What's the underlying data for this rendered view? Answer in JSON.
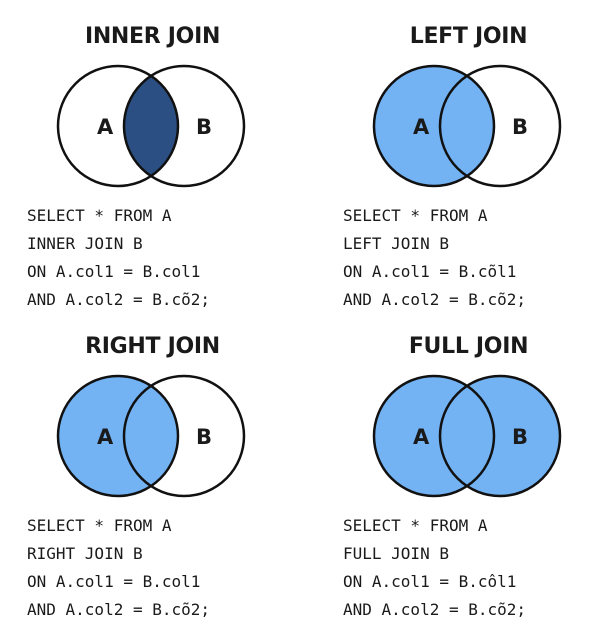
{
  "colors": {
    "dark_fill": "#2b4f82",
    "light_fill": "#73b3f4",
    "stroke": "#111111"
  },
  "panels": [
    {
      "title": "INNER JOIN",
      "left_label": "A",
      "right_label": "B",
      "highlight": "intersection",
      "code": [
        "SELECT * FROM A",
        "INNER JOIN B",
        "ON A.col1 = B.col1",
        "AND A.col2 = B.cõ2;"
      ]
    },
    {
      "title": "LEFT JOIN",
      "left_label": "A",
      "right_label": "B",
      "highlight": "left",
      "code": [
        "SELECT * FROM A",
        "LEFT JOIN B",
        "ON A.col1 = B.cõl1",
        "AND A.col2 = B.cõ2;"
      ]
    },
    {
      "title": "RIGHT JOIN",
      "left_label": "A",
      "right_label": "B",
      "highlight": "left",
      "code": [
        "SELECT * FROM A",
        "RIGHT JOIN B",
        "ON A.col1 = B.col1",
        "AND A.col2 = B.cõ2;"
      ]
    },
    {
      "title": "FULL JOIN",
      "left_label": "A",
      "right_label": "B",
      "highlight": "full",
      "code": [
        "SELECT * FROM A",
        "FULL JOIN B",
        "ON A.col1 = B.côl1",
        "AND A.col2 = B.cõ2;"
      ]
    }
  ]
}
